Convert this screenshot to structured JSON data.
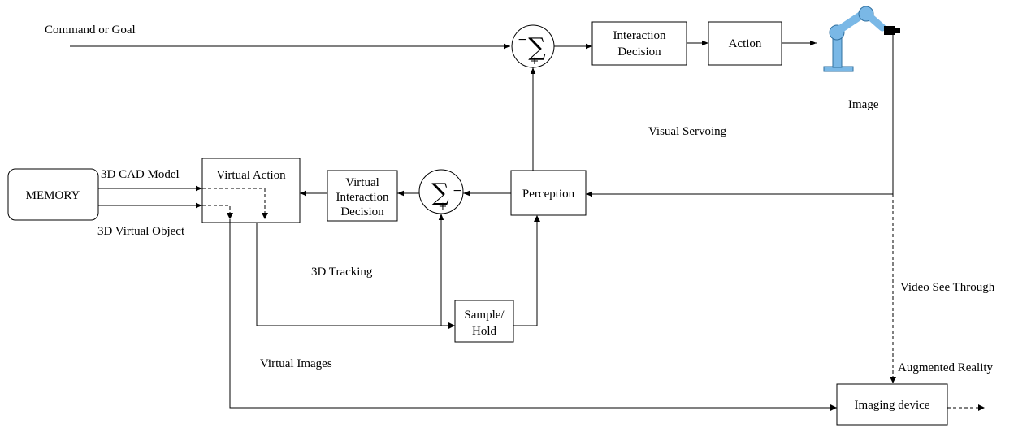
{
  "labels": {
    "command_or_goal": "Command or Goal",
    "image": "Image",
    "visual_servoing": "Visual Servoing",
    "cad_model": "3D CAD Model",
    "virtual_object": "3D Virtual Object",
    "tracking": "3D Tracking",
    "virtual_images": "Virtual Images",
    "video_see_through": "Video See Through",
    "augmented_reality": "Augmented Reality"
  },
  "blocks": {
    "memory": "MEMORY",
    "interaction_decision": [
      "Interaction",
      "Decision"
    ],
    "action": "Action",
    "virtual_action": "Virtual Action",
    "virtual_interaction_decision": [
      "Virtual",
      "Interaction",
      "Decision"
    ],
    "perception": "Perception",
    "sample_hold": [
      "Sample/",
      "Hold"
    ],
    "imaging_device": "Imaging device"
  },
  "junctions": {
    "sum_symbol": "∑",
    "minus": "−",
    "plus": "+"
  },
  "colors": {
    "robot": "#7ab8e6",
    "camera": "#000000"
  }
}
